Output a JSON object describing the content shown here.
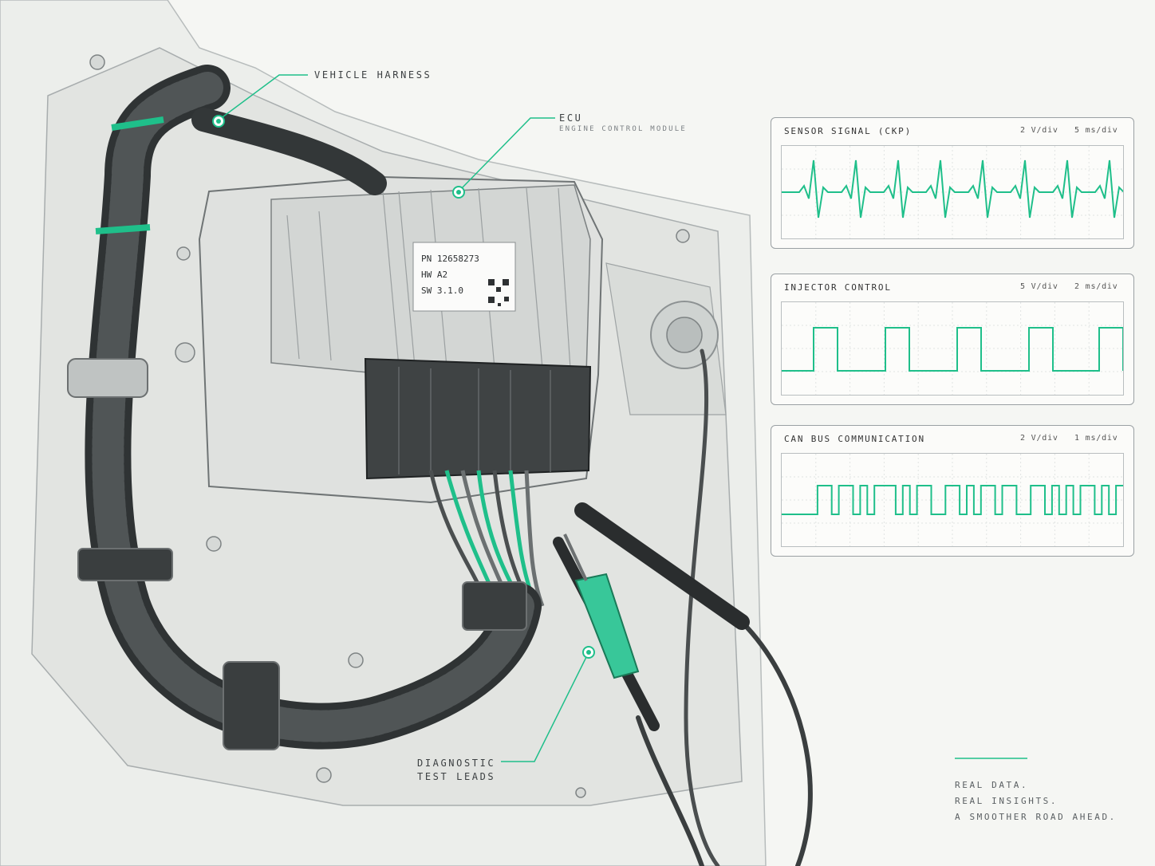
{
  "callouts": {
    "vehicle_harness": "VEHICLE HARNESS",
    "ecu_title": "ECU",
    "ecu_subtitle": "ENGINE CONTROL MODULE",
    "diagnostic_line1": "DIAGNOSTIC",
    "diagnostic_line2": "TEST LEADS"
  },
  "ecu_label": {
    "pn": "PN  12658273",
    "hw": "HW  A2",
    "sw": "SW  3.1.0"
  },
  "scopes": [
    {
      "title": "SENSOR SIGNAL (CKP)",
      "volts_per_div": "2 V/div",
      "time_per_div": "5 ms/div"
    },
    {
      "title": "INJECTOR CONTROL",
      "volts_per_div": "5 V/div",
      "time_per_div": "2 ms/div"
    },
    {
      "title": "CAN BUS COMMUNICATION",
      "volts_per_div": "2 V/div",
      "time_per_div": "1 ms/div"
    }
  ],
  "tagline": {
    "line1": "REAL DATA.",
    "line2": "REAL INSIGHTS.",
    "line3": "A SMOOTHER ROAD AHEAD."
  },
  "colors": {
    "accent": "#1fbf8a",
    "line": "#9aa0a3",
    "ink": "#2e3133"
  }
}
